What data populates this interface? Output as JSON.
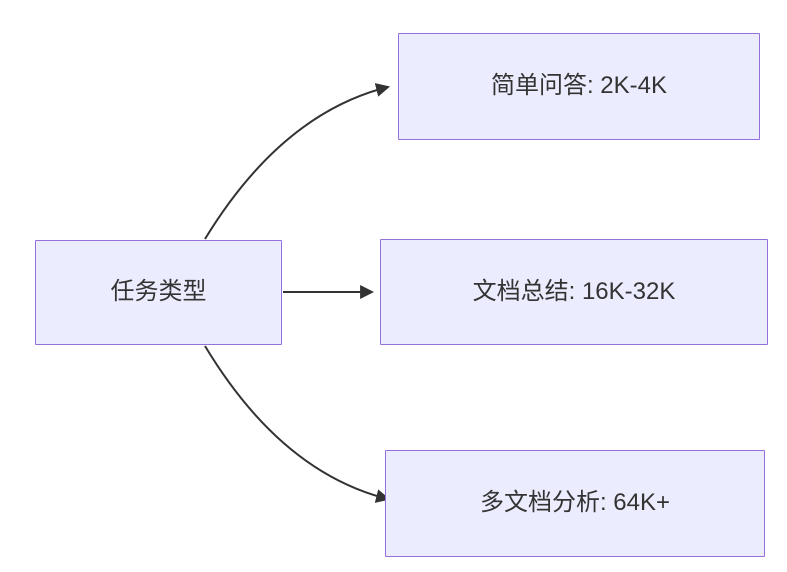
{
  "diagram": {
    "root": {
      "label": "任务类型"
    },
    "branches": [
      {
        "label": "简单问答: 2K-4K"
      },
      {
        "label": "文档总结: 16K-32K"
      },
      {
        "label": "多文档分析: 64K+"
      }
    ],
    "colors": {
      "node_fill": "#ECECFF",
      "node_border": "#9370DB",
      "edge_stroke": "#333333",
      "text": "#333333",
      "background": "#FFFFFF"
    }
  }
}
